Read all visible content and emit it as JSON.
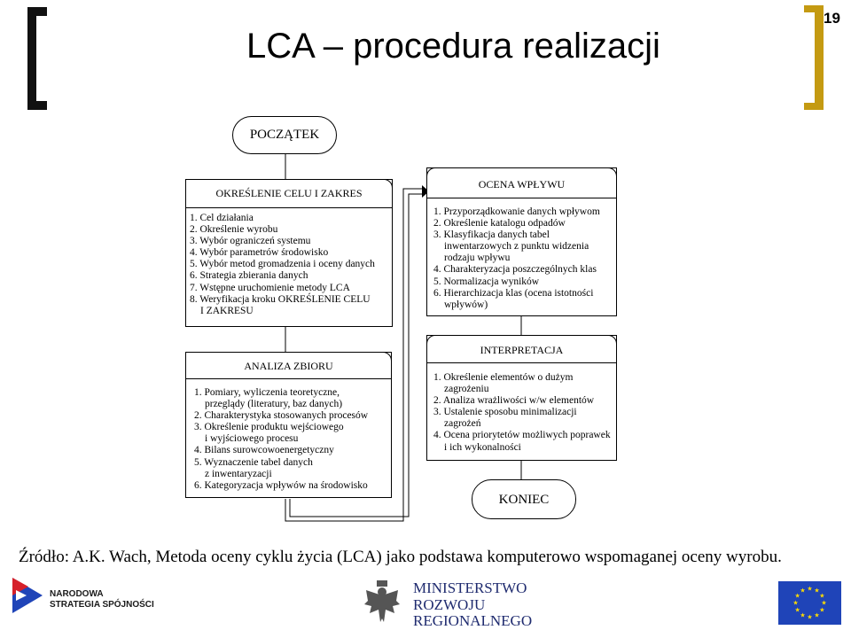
{
  "header": {
    "title": "LCA – procedura realizacji",
    "page_number": "19"
  },
  "flow": {
    "start": "POCZĄTEK",
    "end": "KONIEC",
    "cel": {
      "title": "OKREŚLENIE CELU I ZAKRES",
      "items": [
        "1. Cel działania",
        "2. Określenie wyrobu",
        "3. Wybór ograniczeń systemu",
        "4. Wybór parametrów środowisko",
        "5. Wybór metod gromadzenia i oceny danych",
        "6. Strategia zbierania danych",
        "7. Wstępne uruchomienie metody LCA",
        "8. Weryfikacja kroku OKREŚLENIE CELU",
        "I ZAKRESU"
      ]
    },
    "analiza": {
      "title": "ANALIZA ZBIORU",
      "items": [
        "1. Pomiary, wyliczenia teoretyczne,",
        "przeglądy (literatury, baz danych)",
        "2. Charakterystyka stosowanych procesów",
        "3. Określenie produktu wejściowego",
        "i wyjściowego procesu",
        "4. Bilans surowcowoenergetyczny",
        "5. Wyznaczenie tabel danych",
        "z inwentaryzacji",
        "6. Kategoryzacja wpływów na środowisko"
      ]
    },
    "ocena": {
      "title": "OCENA WPŁYWU",
      "items": [
        "1. Przyporządkowanie danych wpływom",
        "2. Określenie katalogu odpadów",
        "3. Klasyfikacja danych tabel",
        "inwentarzowych z punktu widzenia",
        "rodzaju wpływu",
        "4. Charakteryzacja poszczególnych klas",
        "5. Normalizacja wyników",
        "6. Hierarchizacja klas (ocena istotności",
        "wpływów)"
      ]
    },
    "interpretacja": {
      "title": "INTERPRETACJA",
      "items": [
        "1. Określenie elementów o dużym",
        "zagrożeniu",
        "2. Analiza wrażliwości w/w elementów",
        "3. Ustalenie sposobu minimalizacji",
        "zagrożeń",
        "4. Ocena priorytetów możliwych poprawek",
        "i ich wykonalności"
      ]
    }
  },
  "footer": {
    "source": "Źródło: A.K. Wach, Metoda oceny cyklu życia (LCA) jako podstawa komputerowo wspomaganej oceny wyrobu.",
    "nss_line1": "NARODOWA",
    "nss_line2": "STRATEGIA SPÓJNOŚCI",
    "ministry_line1": "MINISTERSTWO",
    "ministry_line2": "ROZWOJU",
    "ministry_line3": "REGIONALNEGO"
  },
  "colors": {
    "bracket": "#111111",
    "accent_bracket": "#c49a12",
    "ministry": "#1f2b6f",
    "eu_blue": "#1f44b8",
    "eu_star": "#ffdd00"
  }
}
